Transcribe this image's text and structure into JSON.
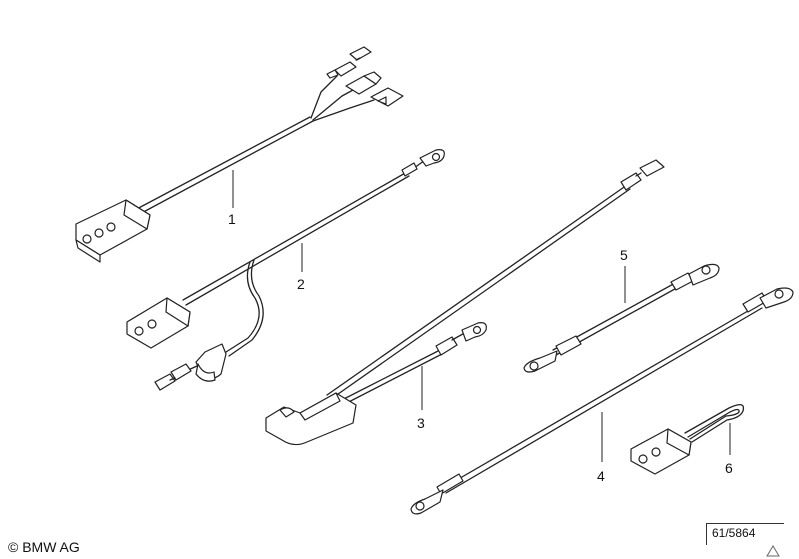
{
  "parts": [
    {
      "id": "part-1",
      "number": "1"
    },
    {
      "id": "part-2",
      "number": "2"
    },
    {
      "id": "part-3",
      "number": "3"
    },
    {
      "id": "part-4",
      "number": "4"
    },
    {
      "id": "part-5",
      "number": "5"
    },
    {
      "id": "part-6",
      "number": "6"
    }
  ],
  "footer": {
    "copyright": "© BMW AG",
    "reference": "61/5864"
  },
  "icons": {
    "copyright": "copyright-symbol",
    "corner_mark": "triangle-icon"
  }
}
